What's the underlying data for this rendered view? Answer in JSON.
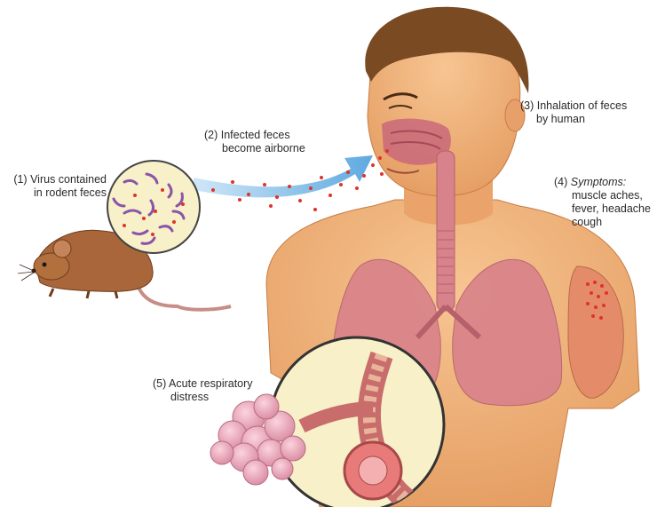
{
  "labels": {
    "step1": {
      "line1": "(1) Virus contained",
      "line2": "in rodent feces"
    },
    "step2": {
      "line1": "(2) Infected feces",
      "line2": "become airborne"
    },
    "step3": {
      "line1": "(3) Inhalation of feces",
      "line2": "by human"
    },
    "step4": {
      "prefix": "(4) ",
      "heading": "Symptoms:",
      "line2": "muscle aches,",
      "line3": "fever, headache",
      "line4": "cough"
    },
    "step5": {
      "line1": "(5) Acute respiratory",
      "line2": "distress"
    }
  },
  "icons": [
    "rodent-icon",
    "virus-magnifier-icon",
    "airborne-arrow-icon",
    "human-figure-icon",
    "lungs-icon",
    "alveoli-magnifier-icon",
    "arm-muscle-icon"
  ],
  "colors": {
    "skin": "#f2b27a",
    "skin_shadow": "#d98a52",
    "hair": "#7a4a22",
    "lung": "#d9828a",
    "rodent": "#a8663a",
    "virus_dot": "#e0322b",
    "arrow": "#6fb6e6",
    "magnifier_bg": "#f7f0c9"
  }
}
